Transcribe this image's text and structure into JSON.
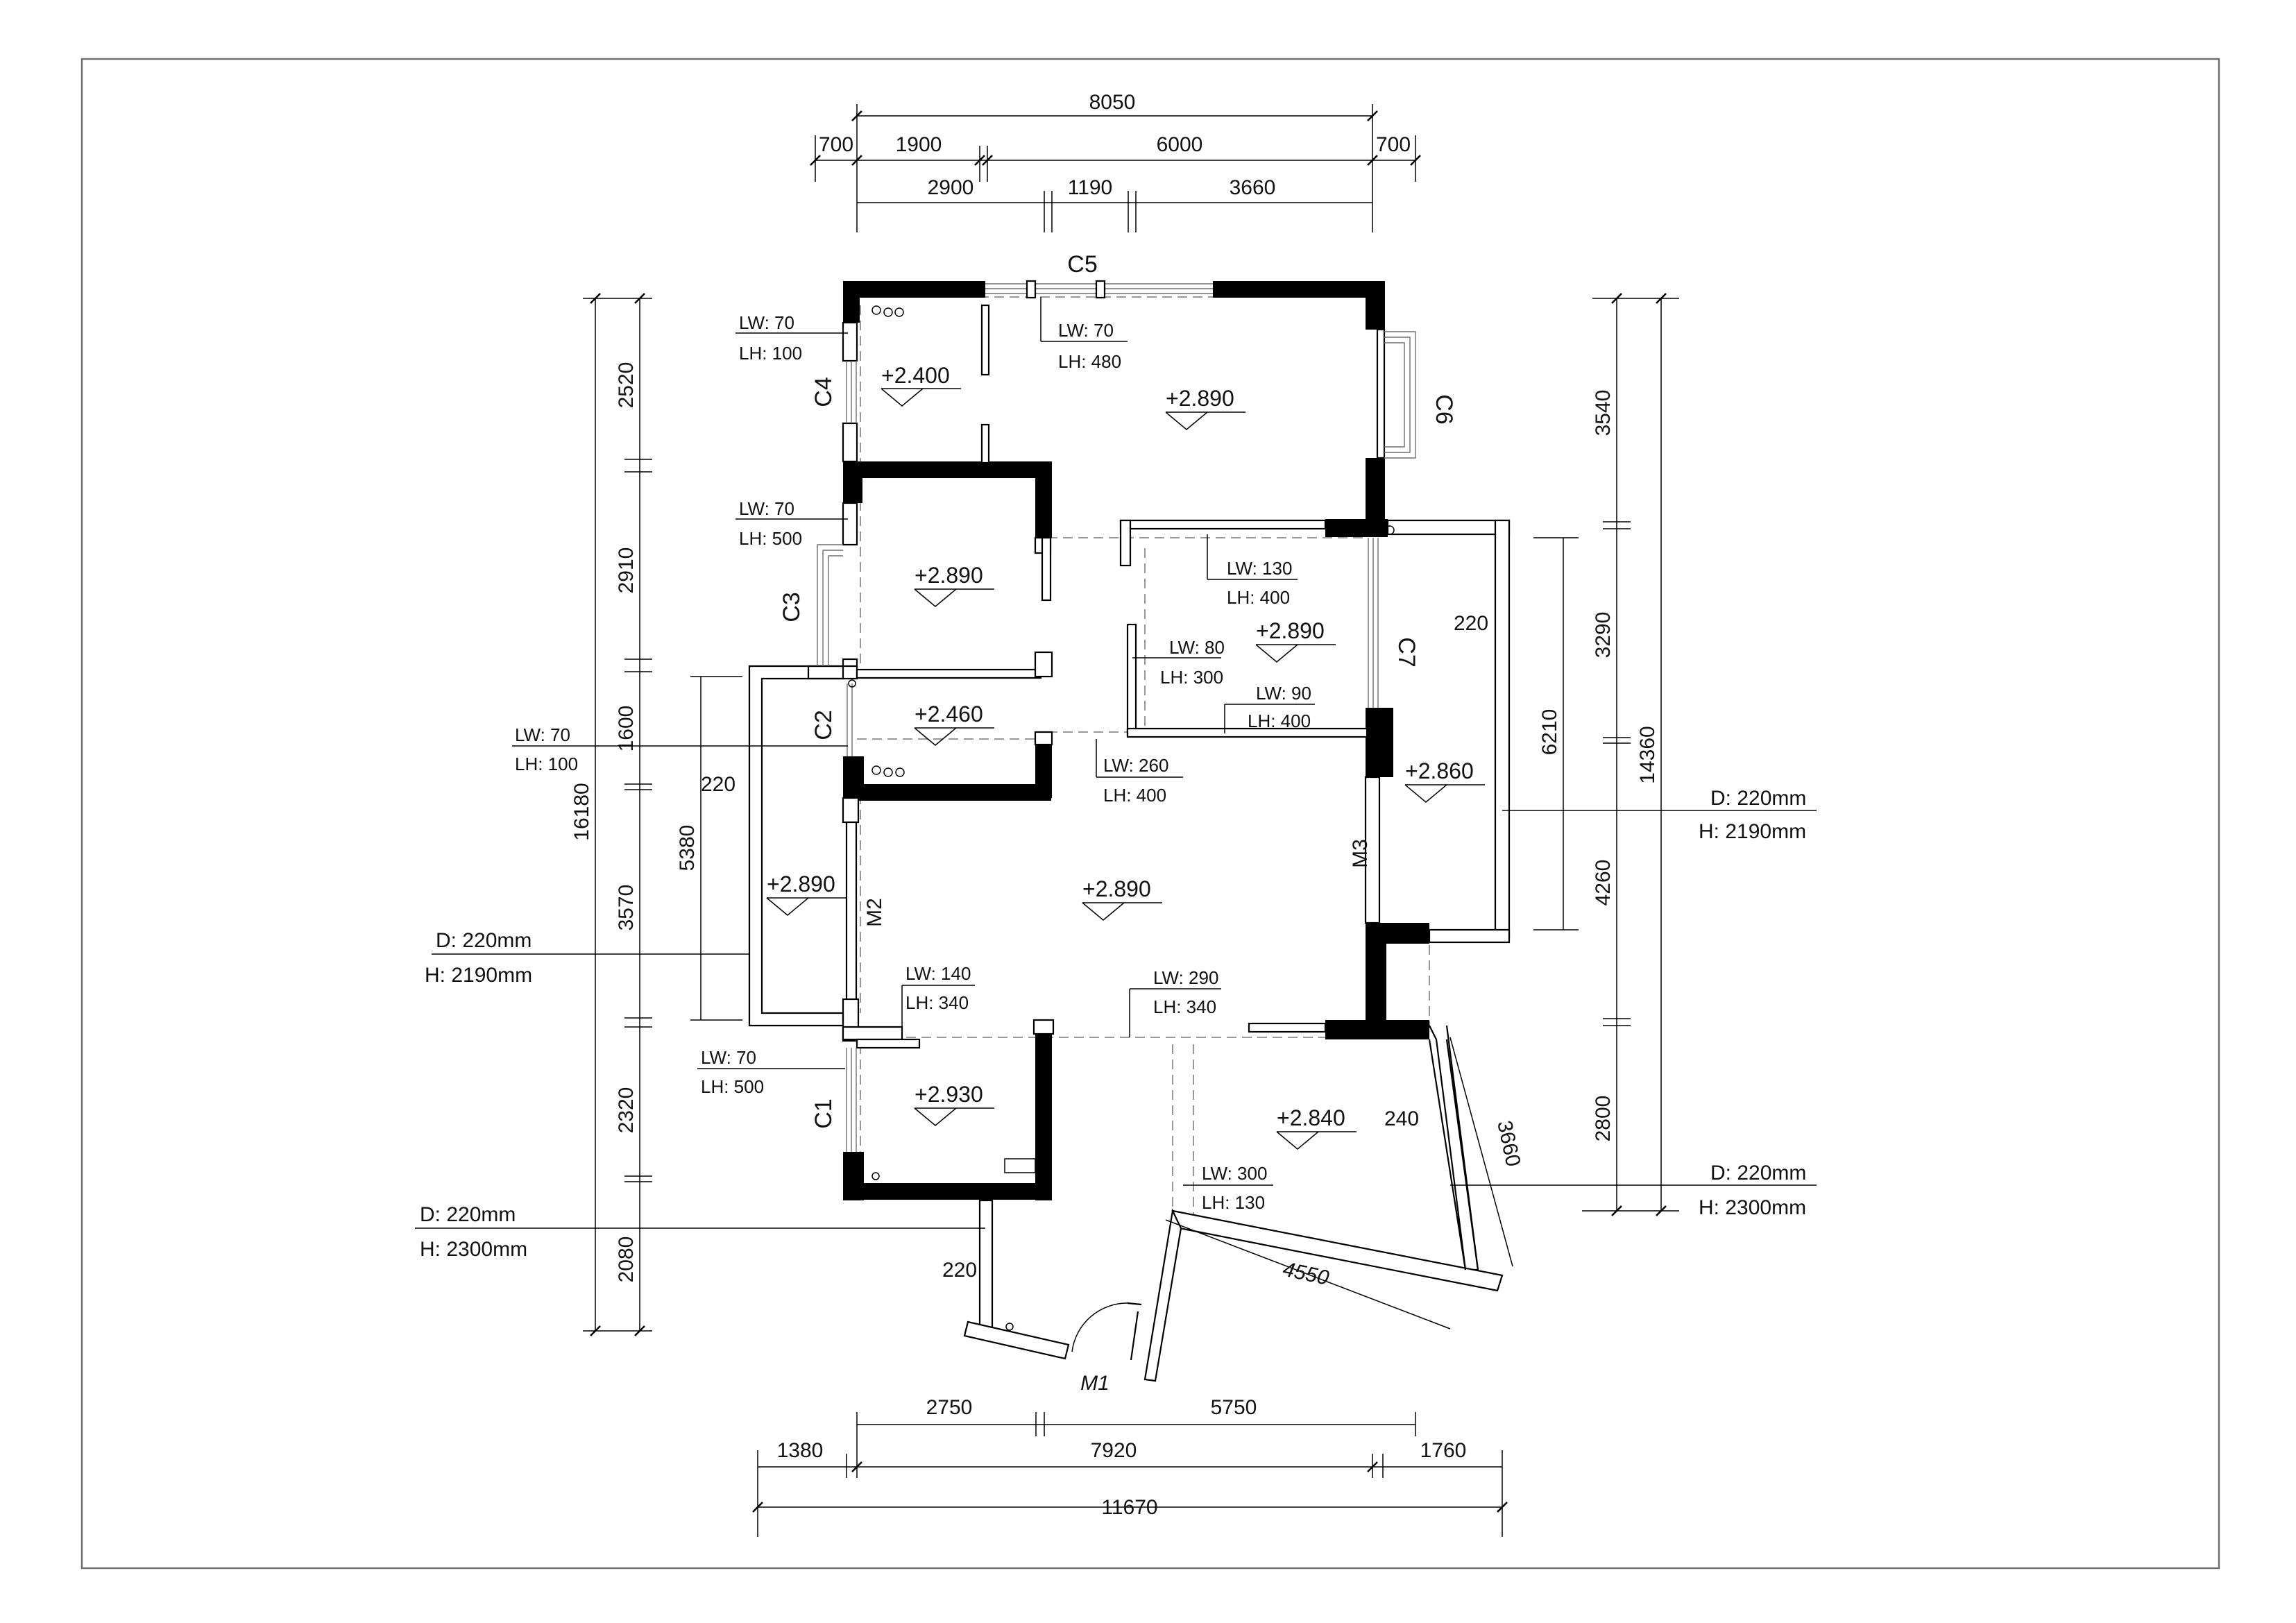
{
  "dimensions": {
    "top": {
      "overall": "8050",
      "row2": [
        "700",
        "1900",
        "6000",
        "700"
      ],
      "row3": [
        "2900",
        "1190",
        "3660"
      ]
    },
    "left": {
      "overall": "16180",
      "segments": [
        "2520",
        "2910",
        "1600",
        "3570",
        "2320",
        "2080"
      ],
      "inner": "5380"
    },
    "right": {
      "overall": "14360",
      "segments": [
        "3540",
        "3290",
        "4260",
        "2800"
      ],
      "inner": "6210"
    },
    "bottom": {
      "row1": [
        "2750",
        "5750"
      ],
      "row2": [
        "1380",
        "7920",
        "1760"
      ],
      "overall": "11670"
    },
    "balcony_width": "4550",
    "balcony_depth": "3660",
    "wall_thickness": [
      "220",
      "220",
      "220",
      "240"
    ]
  },
  "windows": [
    "C1",
    "C2",
    "C3",
    "C4",
    "C5",
    "C6",
    "C7"
  ],
  "doors": [
    "M1",
    "M2",
    "M3"
  ],
  "levels": [
    "+2.400",
    "+2.890",
    "+2.890",
    "+2.460",
    "+2.890",
    "+2.860",
    "+2.890",
    "+2.890",
    "+2.930",
    "+2.840"
  ],
  "beam_labels": [
    {
      "lw": "LW: 70",
      "lh": "LH: 100"
    },
    {
      "lw": "LW: 70",
      "lh": "LH: 480"
    },
    {
      "lw": "LW: 70",
      "lh": "LH: 500"
    },
    {
      "lw": "LW: 130",
      "lh": "LH: 400"
    },
    {
      "lw": "LW: 80",
      "lh": "LH: 300"
    },
    {
      "lw": "LW: 90",
      "lh": "LH: 400"
    },
    {
      "lw": "LW: 70",
      "lh": "LH: 100"
    },
    {
      "lw": "LW: 260",
      "lh": "LH: 400"
    },
    {
      "lw": "LW: 140",
      "lh": "LH: 340"
    },
    {
      "lw": "LW: 290",
      "lh": "LH: 340"
    },
    {
      "lw": "LW: 70",
      "lh": "LH: 500"
    },
    {
      "lw": "LW: 300",
      "lh": "LH: 130"
    }
  ],
  "openings": [
    {
      "d": "D: 220mm",
      "h": "H: 2190mm"
    },
    {
      "d": "D: 220mm",
      "h": "H: 2190mm"
    },
    {
      "d": "D: 220mm",
      "h": "H: 2300mm"
    },
    {
      "d": "D: 220mm",
      "h": "H: 2300mm"
    }
  ]
}
